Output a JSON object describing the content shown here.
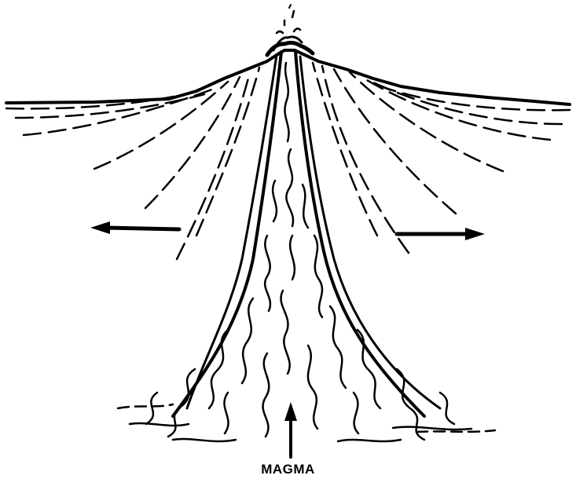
{
  "diagram": {
    "caption": "MAGMA",
    "ink_color": "#000000",
    "background_color": "#ffffff",
    "arrows": {
      "left": "spreading-left-arrow",
      "right": "spreading-right-arrow",
      "up": "magma-rising-arrow"
    }
  }
}
